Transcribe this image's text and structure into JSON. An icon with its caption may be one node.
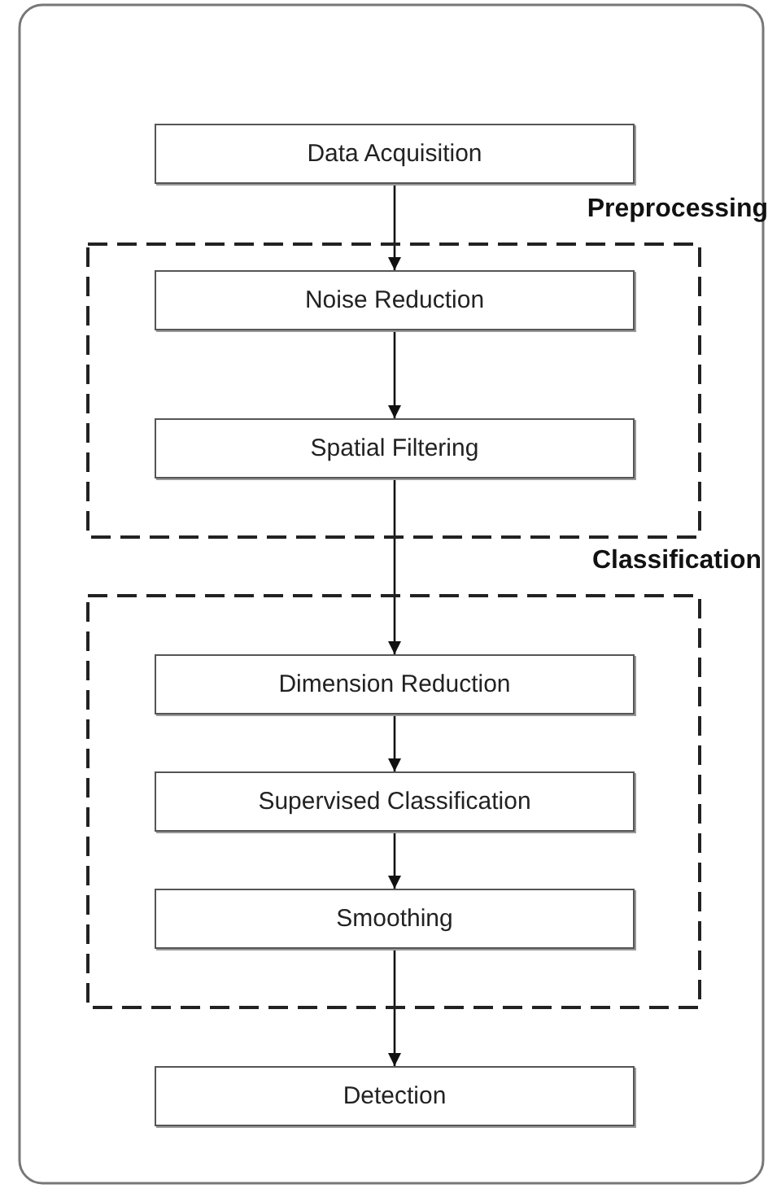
{
  "diagram": {
    "nodes": [
      {
        "text": [
          "Data Acquisition"
        ]
      },
      {
        "text": [
          "Preprocessing"
        ]
      },
      {
        "text": [
          "Noise Reduction"
        ],
        "in": 1
      },
      {
        "text": [
          "Spatial Filtering"
        ],
        "in": 1
      },
      {
        "text": [
          "Classification"
        ]
      },
      {
        "text": [
          "Dimension Reduction"
        ],
        "in": 4
      },
      {
        "text": [
          "Supervised Classification"
        ],
        "in": 4
      },
      {
        "text": [
          "Smoothing"
        ],
        "in": 4
      },
      {
        "text": [
          "Detection"
        ]
      }
    ],
    "edges": [
      {
        "from": 0,
        "to": 2,
        "arrow": "to"
      },
      {
        "from": 2,
        "to": 3,
        "arrow": "to"
      },
      {
        "from": 3,
        "to": 5,
        "arrow": "to"
      },
      {
        "from": 5,
        "to": 6,
        "arrow": "to"
      },
      {
        "from": 6,
        "to": 7,
        "arrow": "to"
      },
      {
        "from": 7,
        "to": 8,
        "arrow": "to"
      }
    ]
  }
}
